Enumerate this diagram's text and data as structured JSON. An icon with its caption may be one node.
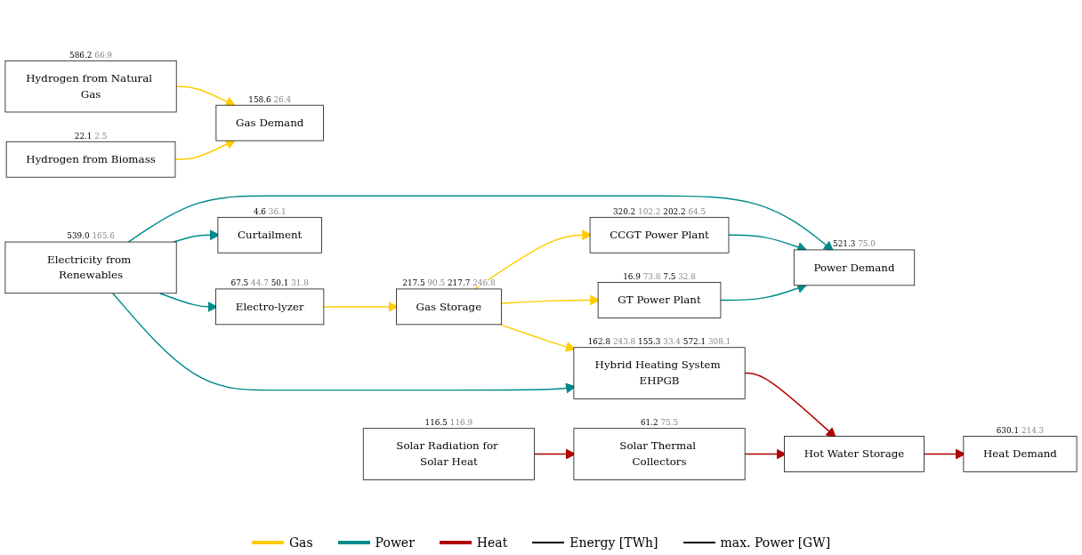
{
  "diagram": {
    "nodes": [
      {
        "text": [
          "Hydrogen from Natural Gas"
        ],
        "beside": [
          "586.2",
          "66.9"
        ]
      },
      {
        "text": [
          "Hydrogen from Biomass"
        ],
        "beside": [
          "22.1",
          "2.5"
        ]
      },
      {
        "text": [
          "Gas Storage"
        ],
        "beside": [
          "217.5",
          "90.5",
          "217.7",
          "246.8"
        ]
      },
      {
        "text": [
          "Gas Demand"
        ],
        "beside": [
          "158.6",
          "26.4"
        ]
      },
      {
        "text": [
          "CCGT Power Plant"
        ],
        "beside": [
          "320.2",
          "102.2",
          "202.2",
          "64.5"
        ]
      },
      {
        "text": [
          "Electro-lyzer"
        ],
        "beside": [
          "67.5",
          "44.7",
          "50.1",
          "31.8"
        ]
      },
      {
        "text": [
          "GT Power Plant"
        ],
        "beside": [
          "16.9",
          "73.8",
          "7.5",
          "32.8"
        ]
      },
      {
        "text": [
          "Curtailment"
        ],
        "beside": [
          "4.6",
          "36.1"
        ]
      },
      {
        "text": [
          "Electricity from Renewables"
        ],
        "beside": [
          "539.0",
          "165.6"
        ]
      },
      {
        "text": [
          "Power Demand"
        ],
        "beside": [
          "521.3",
          "75.0"
        ]
      },
      {
        "text": [
          "Hybrid Heating System EHPGB"
        ],
        "beside": [
          "162.8",
          "243.8",
          "155.3",
          "33.4",
          "572.1",
          "308.1"
        ]
      },
      {
        "text": [
          "Hot Water Storage"
        ]
      },
      {
        "text": [
          "Heat Demand"
        ],
        "beside": [
          "630.1",
          "214.3"
        ]
      },
      {
        "text": [
          "Solar Radiation for Solar Heat"
        ],
        "beside": [
          "116.5",
          "116.9"
        ]
      },
      {
        "text": [
          "Solar Thermal Collectors"
        ],
        "beside": [
          "61.2",
          "75.5"
        ]
      }
    ],
    "edges": [
      {
        "from": 0,
        "to": 3,
        "arrow": "to",
        "color": "#ffcc00"
      },
      {
        "from": 1,
        "to": 3,
        "arrow": "to",
        "color": "#ffcc00"
      },
      {
        "from": 5,
        "to": 2,
        "arrow": "to",
        "color": "#ffcc00"
      },
      {
        "from": 2,
        "to": 4,
        "arrow": "to",
        "color": "#ffcc00"
      },
      {
        "from": 2,
        "to": 6,
        "arrow": "to",
        "color": "#ffcc00"
      },
      {
        "from": 2,
        "to": 10,
        "arrow": "to",
        "color": "#ffcc00"
      },
      {
        "from": 8,
        "to": 5,
        "arrow": "to",
        "color": "#008b8b"
      },
      {
        "from": 8,
        "to": 7,
        "arrow": "to",
        "color": "#008b8b"
      },
      {
        "from": 8,
        "to": 9,
        "arrow": "to",
        "color": "#008b8b"
      },
      {
        "from": 8,
        "to": 10,
        "arrow": "to",
        "color": "#008b8b"
      },
      {
        "from": 4,
        "to": 9,
        "arrow": "to",
        "color": "#008b8b"
      },
      {
        "from": 6,
        "to": 9,
        "arrow": "to",
        "color": "#008b8b"
      },
      {
        "from": 13,
        "to": 14,
        "arrow": "to",
        "color": "#b00000"
      },
      {
        "from": 10,
        "to": 11,
        "arrow": "to",
        "color": "#b00000"
      },
      {
        "from": 14,
        "to": 11,
        "arrow": "to",
        "color": "#b00000"
      },
      {
        "from": 11,
        "to": 12,
        "arrow": "to",
        "color": "#b00000"
      }
    ],
    "legend": [
      {
        "text": "Gas",
        "color": "#ffcc00"
      },
      {
        "text": "Power",
        "color": "#008b8b"
      },
      {
        "text": "Heat",
        "color": "#b00000"
      },
      {
        "text": "Energy [TWh]"
      },
      {
        "text": "max. Power [GW]"
      }
    ]
  }
}
